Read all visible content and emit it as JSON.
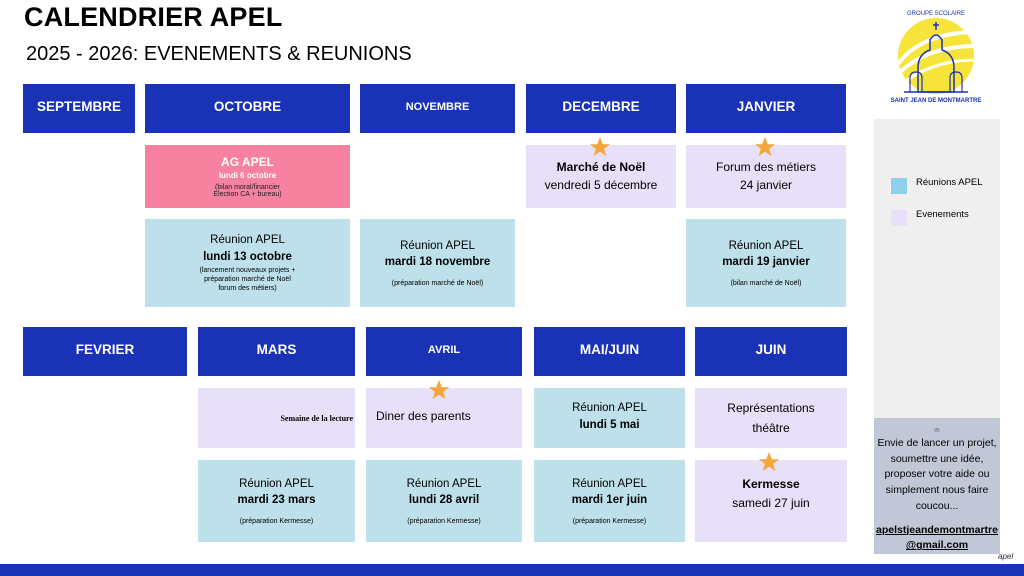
{
  "header": {
    "title": "CALENDRIER APEL",
    "subtitle": "2025 - 2026: EVENEMENTS & REUNIONS"
  },
  "logo": {
    "top_text": "GROUPE SCOLAIRE",
    "bottom_text": "SAINT JEAN DE MONTMARTRE"
  },
  "months_row1": {
    "septembre": "SEPTEMBRE",
    "octobre": "OCTOBRE",
    "novembre": "NOVEMBRE",
    "decembre": "DECEMBRE",
    "janvier": "JANVIER"
  },
  "months_row2": {
    "fevrier": "FEVRIER",
    "mars": "MARS",
    "avril": "AVRIL",
    "mai_juin": "MAI/JUIN",
    "juin": "JUIN"
  },
  "events": {
    "ag_apel": {
      "title": "AG APEL",
      "date": "lundi 6 octobre",
      "note1": "(bilan moral/financier",
      "note2": "Election CA + bureau)"
    },
    "reunion_octobre": {
      "title": "Réunion APEL",
      "date": "lundi 13 octobre",
      "note1": "(lancement nouveaux projets +",
      "note2": "préparation marché de Noël",
      "note3": "forum des métiers)"
    },
    "reunion_novembre": {
      "title": "Réunion APEL",
      "date": "mardi 18 novembre",
      "note1": "(préparation marché de Noël)"
    },
    "marche_noel": {
      "title": "Marché de Noël",
      "date": "vendredi 5 décembre"
    },
    "forum_metiers": {
      "title": "Forum des métiers",
      "date": "24 janvier"
    },
    "reunion_janvier": {
      "title": "Réunion APEL",
      "date": "mardi 19 janvier",
      "note1": "(bilan marché de Noël)"
    },
    "semaine_lecture": {
      "title": "Semaine de la lecture"
    },
    "reunion_mars": {
      "title": "Réunion APEL",
      "date": "mardi 23 mars",
      "note1": "(préparation Kermesse)"
    },
    "diner_parents": {
      "title": "Diner des parents"
    },
    "reunion_avril": {
      "title": "Réunion APEL",
      "date": "lundi 28 avril",
      "note1": "(préparation Kermesse)"
    },
    "reunion_mai": {
      "title": "Réunion APEL",
      "date": "lundi 5 mai"
    },
    "reunion_juin": {
      "title": "Réunion APEL",
      "date": "mardi 1er juin",
      "note1": "(préparation Kermesse)"
    },
    "representations": {
      "line1": "Représentations",
      "line2": "théâtre"
    },
    "kermesse": {
      "title": "Kermesse",
      "date": "samedi 27 juin"
    }
  },
  "legend": {
    "reunions": "Réunions APEL",
    "evenements": "Evenements"
  },
  "contact": {
    "message": "Envie de lancer un projet, soumettre une idée, proposer votre aide ou simplement nous faire coucou...",
    "email_line1": "apelstjeandemontmartre",
    "email_line2": "@gmail.com"
  },
  "footer": {
    "brand": "apel"
  },
  "colors": {
    "month_header": "#1a32b5",
    "reunion": "#bde0ea",
    "evenement": "#e7e0f8",
    "ag": "#f7829f",
    "star": "#f5a53a"
  }
}
